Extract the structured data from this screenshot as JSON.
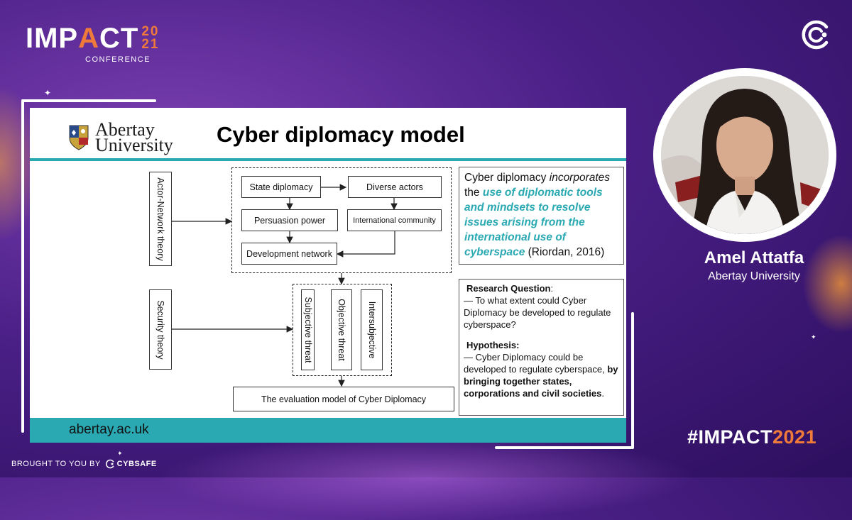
{
  "event": {
    "logo_word": "IMP",
    "logo_accent": "A",
    "logo_rest": "CT",
    "year_top": "20",
    "year_bottom": "21",
    "logo_sub": "CONFERENCE",
    "hashtag_prefix": "#IMPACT",
    "hashtag_year": "2021",
    "brought_by": "BROUGHT TO YOU BY",
    "sponsor": "CYBSAFE",
    "brand_icon": "cybsafe-logo-icon",
    "accent_color": "#f07a3a"
  },
  "speaker": {
    "name": "Amel Attatfa",
    "org": "Abertay University"
  },
  "slide": {
    "university_line1": "Abertay",
    "university_line2": "University",
    "title": "Cyber diplomacy model",
    "footer_url": "abertay.ac.uk",
    "teal_color": "#2aa9b3",
    "diagram": {
      "actor_network": "Actor-Network theory",
      "security_theory": "Security theory",
      "state_diplomacy": "State diplomacy",
      "diverse_actors": "Diverse actors",
      "persuasion_power": "Persuasion power",
      "international_community": "International community",
      "development_network": "Development network",
      "subjective_threat": "Subjective threat",
      "objective_threat": "Objective threat",
      "intersubjective": "Intersubjective",
      "evaluation_model": "The evaluation model of Cyber Diplomacy"
    },
    "definition": {
      "text1": "Cyber diplomacy ",
      "text2": "incorporates",
      "text3": " the ",
      "highlight": "use of diplomatic tools and mindsets to resolve issues arising from the international use of cyberspace",
      "citation": " (Riordan, 2016)"
    },
    "research": {
      "rq_label": "Research Question",
      "rq_colon": ":",
      "rq_text": "— To what extent could Cyber Diplomacy be developed to regulate cyberspace?",
      "hyp_label": "Hypothesis:",
      "hyp_text": "— Cyber Diplomacy could be developed to regulate cyberspace, ",
      "hyp_bold": "by bringing together states, corporations and civil societies",
      "hyp_end": "."
    }
  }
}
